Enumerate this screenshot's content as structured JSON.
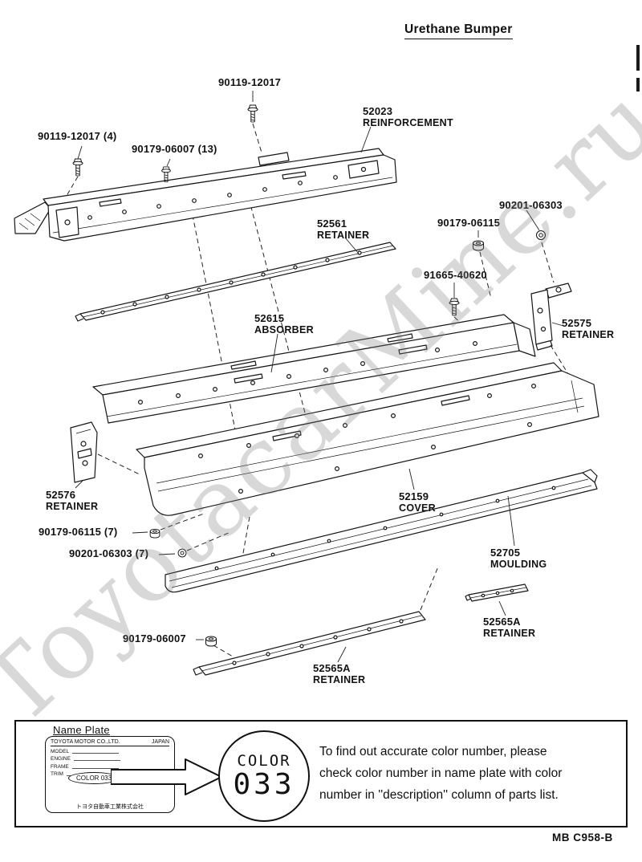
{
  "title": "Urethane Bumper",
  "watermark": "ToyotacarMine.ru",
  "page_code": "MB C958-B",
  "callouts": {
    "bolt_top": {
      "number": "90119-12017"
    },
    "reinforcement": {
      "number": "52023",
      "name": "REINFORCEMENT"
    },
    "bolt_left": {
      "number": "90119-12017 (4)"
    },
    "screw_set": {
      "number": "90179-06007 (13)"
    },
    "retainer_upper": {
      "number": "52561",
      "name": "RETAINER"
    },
    "nut_mid": {
      "number": "90179-06115"
    },
    "grommet_right": {
      "number": "90201-06303"
    },
    "bolt_right": {
      "number": "91665-40620"
    },
    "retainer_right": {
      "number": "52575",
      "name": "RETAINER"
    },
    "absorber": {
      "number": "52615",
      "name": "ABSORBER"
    },
    "retainer_left": {
      "number": "52576",
      "name": "RETAINER"
    },
    "cover": {
      "number": "52159",
      "name": "COVER"
    },
    "nut_set": {
      "number": "90179-06115 (7)"
    },
    "grommet_set": {
      "number": "90201-06303 (7)"
    },
    "moulding": {
      "number": "52705",
      "name": "MOULDING"
    },
    "retainer_a_right": {
      "number": "52565A",
      "name": "RETAINER"
    },
    "nut_bottom": {
      "number": "90179-06007"
    },
    "retainer_a_bottom": {
      "number": "52565A",
      "name": "RETAINER"
    }
  },
  "name_plate": {
    "heading": "Name Plate",
    "plate": {
      "maker": "TOYOTA MOTOR CO.,LTD.",
      "origin": "JAPAN",
      "fields": [
        "MODEL",
        "ENGINE",
        "FRAME",
        "TRIM"
      ],
      "color_label": "COLOR",
      "color_value": "033",
      "company": "トヨタ自動車工業株式会社"
    },
    "color_badge": {
      "label": "COLOR",
      "value": "033"
    },
    "note": "To find out accurate color number, please\ncheck color number in name plate with color\nnumber in ''description'' column of parts list."
  }
}
